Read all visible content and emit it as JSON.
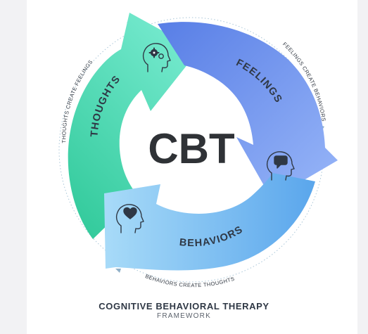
{
  "center": {
    "label": "CBT"
  },
  "segments": [
    {
      "label": "THOUGHTS",
      "icon": "head-gears-icon",
      "color_from": "#2fcfa0",
      "color_to": "#6ae6c8"
    },
    {
      "label": "FEELINGS",
      "icon": "head-speech-bubble-icon",
      "color_from": "#5b7fe6",
      "color_to": "#8fb1f6"
    },
    {
      "label": "BEHAVIORS",
      "icon": "head-heart-icon",
      "color_from": "#9ed3f6",
      "color_to": "#5ea9ec"
    }
  ],
  "connectors": {
    "thoughts_to_feelings": "THOUGHTS CREATE FEELINGS",
    "feelings_to_behaviors": "FEELINGS CREATE BEHAVIORS",
    "behaviors_to_thoughts": "BEHAVIORS CREATE THOUGHTS"
  },
  "caption": {
    "title": "COGNITIVE BEHAVIORAL THERAPY",
    "subtitle": "FRAMEWORK"
  }
}
